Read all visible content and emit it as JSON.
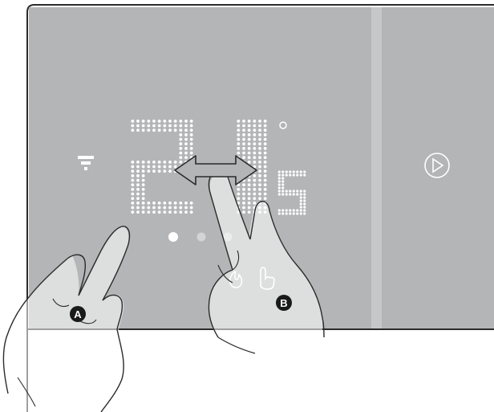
{
  "display": {
    "temperature_integer": "21",
    "temperature_decimal": "5",
    "degree_symbol": "°",
    "page_indicator": {
      "total": 3,
      "active": 1
    }
  },
  "callouts": {
    "a": "A",
    "b": "B"
  },
  "icons": {
    "left": "wifi-antenna-icon",
    "right": "play-circle-icon",
    "mode_flame": "flame-icon",
    "mode_hand": "hand-icon",
    "gesture_arrow": "double-arrow-icon"
  },
  "colors": {
    "panel": "#b4b5b7",
    "panel_edge": "#c6c7c9",
    "frame": "#2b2b2b",
    "led": "#ffffff",
    "callout_fill": "#1a1a1a"
  }
}
